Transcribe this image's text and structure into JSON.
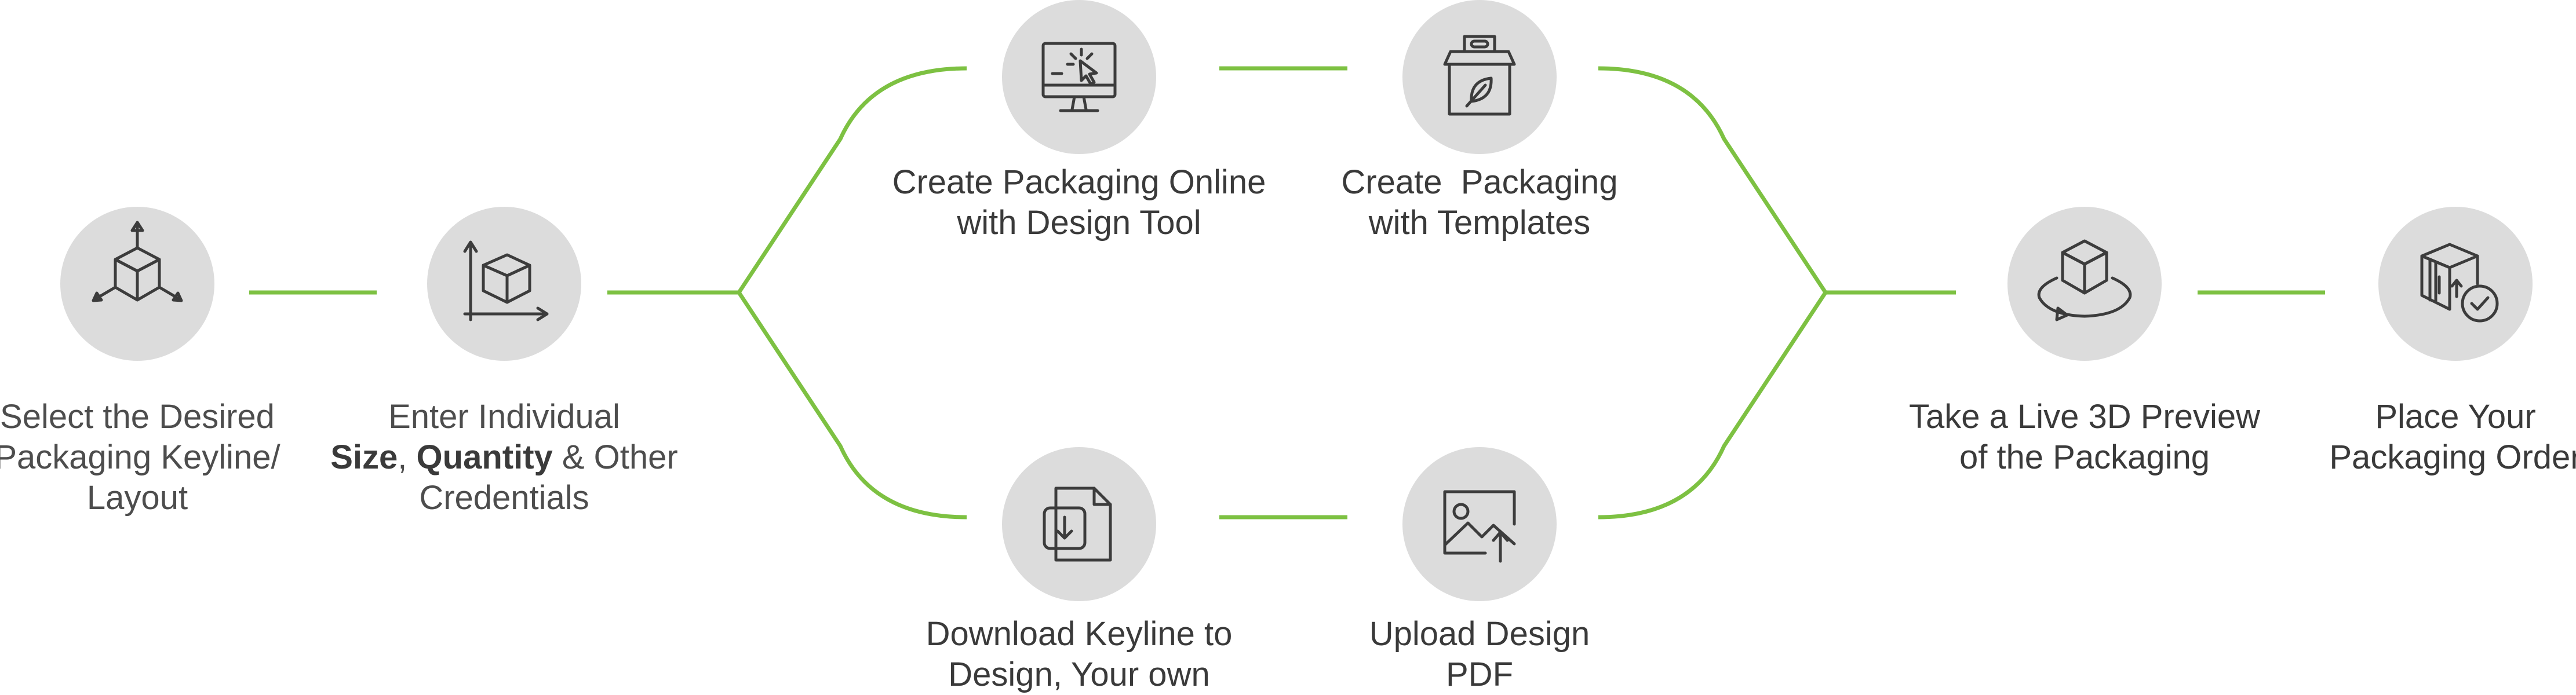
{
  "accent_color": "#7dc142",
  "circle_color": "#dcdcdc",
  "steps": [
    {
      "id": "select-keyline",
      "icon": "cube-arrows-icon",
      "lines": [
        "Select the Desired",
        "Packaging Keyline/",
        "Layout"
      ]
    },
    {
      "id": "enter-size",
      "icon": "cube-axes-icon",
      "line1": "Enter Individual",
      "line2": {
        "bold1": "Size",
        "sep1": ", ",
        "bold2": "Quantity",
        "rest": " & Other"
      },
      "line3": "Credentials"
    },
    {
      "id": "design-tool",
      "icon": "monitor-cursor-icon",
      "lines": [
        "Create Packaging Online",
        "with Design Tool"
      ]
    },
    {
      "id": "templates",
      "icon": "box-template-icon",
      "lines": [
        "Create  Packaging",
        "with Templates"
      ]
    },
    {
      "id": "download-keyline",
      "icon": "document-download-icon",
      "lines": [
        "Download Keyline to",
        "Design, Your own"
      ]
    },
    {
      "id": "upload-pdf",
      "icon": "image-upload-icon",
      "lines": [
        "Upload Design",
        "PDF"
      ]
    },
    {
      "id": "3d-preview",
      "icon": "cube-rotate-icon",
      "lines": [
        "Take a Live 3D Preview",
        "of the Packaging"
      ]
    },
    {
      "id": "place-order",
      "icon": "box-check-icon",
      "lines": [
        "Place Your",
        "Packaging Order"
      ]
    }
  ]
}
